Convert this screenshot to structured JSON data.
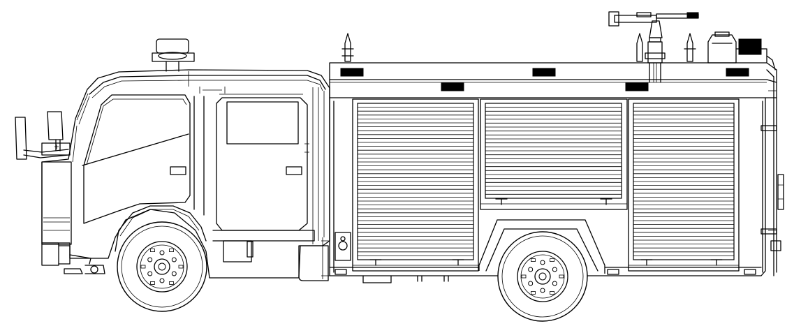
{
  "drawing": {
    "colors": {
      "line": "#000000",
      "background": "#ffffff"
    },
    "shutter_panels": [
      {
        "id": "left",
        "slat_count": 40
      },
      {
        "id": "middle",
        "slat_count": 24
      },
      {
        "id": "right",
        "slat_count": 40
      }
    ],
    "wheels": [
      {
        "id": "front",
        "stud_count": 6
      },
      {
        "id": "rear",
        "stud_count": 6
      }
    ]
  }
}
